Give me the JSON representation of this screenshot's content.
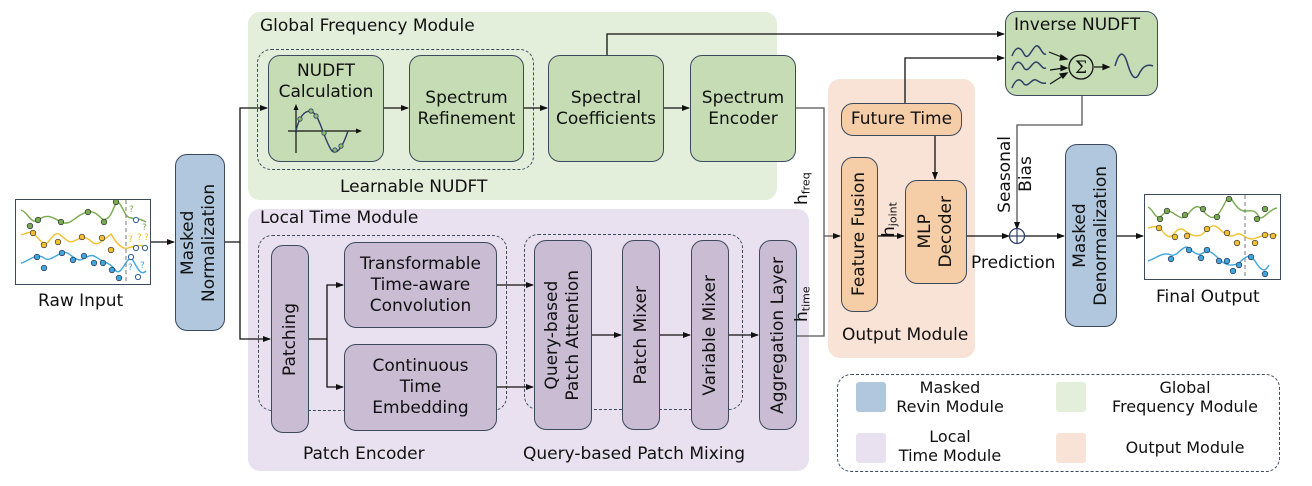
{
  "diagram": {
    "raw_input": {
      "label": "Raw Input"
    },
    "masked_normalization": {
      "label": "Masked Normalization"
    },
    "global_frequency_module": {
      "title": "Global Frequency Module",
      "learnable_nudft": {
        "label": "Learnable NUDFT"
      },
      "nudft_calculation": {
        "line1": "NUDFT",
        "line2": "Calculation"
      },
      "spectrum_refinement": {
        "line1": "Spectrum",
        "line2": "Refinement"
      },
      "spectral_coefficients": {
        "line1": "Spectral",
        "line2": "Coefficients"
      },
      "spectrum_encoder": {
        "line1": "Spectrum",
        "line2": "Encoder"
      }
    },
    "inverse_nudft": {
      "title": "Inverse NUDFT",
      "sum_symbol": "Σ"
    },
    "local_time_module": {
      "title": "Local Time Module",
      "patch_encoder": {
        "label": "Patch Encoder"
      },
      "patching": {
        "label": "Patching"
      },
      "transformable_conv": {
        "line1": "Transformable",
        "line2": "Time-aware",
        "line3": "Convolution"
      },
      "continuous_time_embedding": {
        "line1": "Continuous",
        "line2": "Time",
        "line3": "Embedding"
      },
      "query_based_patch_mixing": {
        "label": "Query-based Patch Mixing"
      },
      "query_patch_attention": {
        "line1": "Query-based",
        "line2": "Patch Attention"
      },
      "patch_mixer": {
        "label": "Patch Mixer"
      },
      "variable_mixer": {
        "label": "Variable Mixer"
      },
      "aggregation_layer": {
        "label": "Aggregation Layer"
      }
    },
    "output_module": {
      "title": "Output Module",
      "future_time": {
        "label": "Future Time"
      },
      "feature_fusion": {
        "label": "Feature Fusion"
      },
      "mlp_decoder": {
        "line1": "MLP",
        "line2": "Decoder"
      }
    },
    "signals": {
      "h_freq": {
        "base": "h",
        "sub": "freq"
      },
      "h_time": {
        "base": "h",
        "sub": "time"
      },
      "h_joint": {
        "base": "h",
        "sub": "joint"
      },
      "prediction": "Prediction",
      "seasonal_bias": {
        "line1": "Seasonal",
        "line2": "Bias"
      }
    },
    "masked_denormalization": {
      "line1": "Masked",
      "line2": "Denormalization"
    },
    "final_output": {
      "label": "Final Output"
    }
  },
  "legend": {
    "items": [
      {
        "line1": "Masked",
        "line2": "Revin Module",
        "color": "#b1c7dd"
      },
      {
        "line1": "Global",
        "line2": "Frequency Module",
        "color": "#e3eedb"
      },
      {
        "line1": "Local",
        "line2": "Time Module",
        "color": "#e9e1ef"
      },
      {
        "line1": "",
        "line2": "Output Module",
        "color": "#f8e3d6"
      }
    ]
  },
  "series_colors": {
    "green": "#7aab4e",
    "yellow": "#f2c030",
    "blue": "#3fa6e0",
    "point": "#2f5c99"
  }
}
